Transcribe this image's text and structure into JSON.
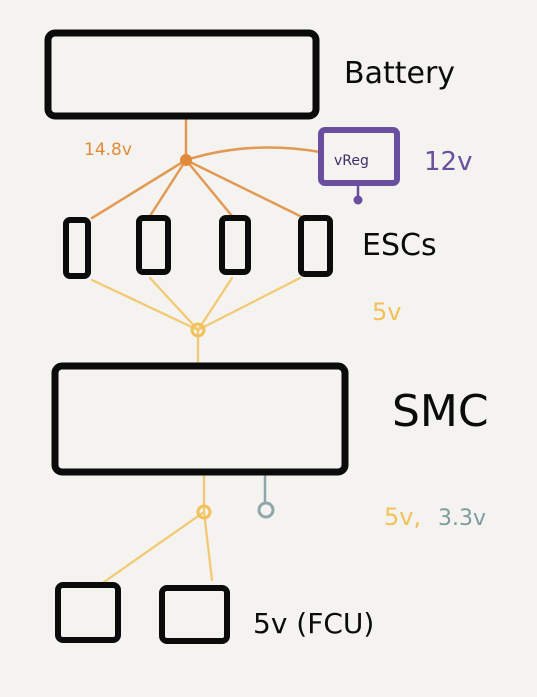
{
  "colors": {
    "paper": "#f4f3ef",
    "ink": "#0b0b0b",
    "battery_rail": "#e08a3a",
    "five_volt_rail": "#f2c15a",
    "vreg": "#6a4fa0",
    "three_three_rail": "#8fa7aa"
  },
  "labels": {
    "battery": "Battery",
    "battery_voltage": "14.8v",
    "vreg": "vReg",
    "vreg_voltage": "12v",
    "escs": "ESCs",
    "esc_rail_voltage": "5v",
    "smc": "SMC",
    "smc_out_5v": "5v,",
    "smc_out_3v3": "3.3v",
    "fcu": "5v (FCU)"
  }
}
